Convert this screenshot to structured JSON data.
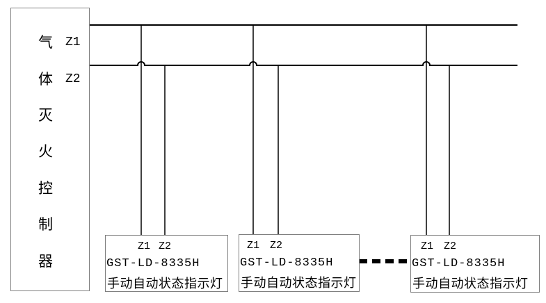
{
  "diagram": {
    "kind": "gas-extinguishing-controller-indicator-wiring",
    "colors": {
      "background": "#ffffff",
      "wire": "#000000",
      "box_border": "#7f7f7f",
      "text": "#000000"
    }
  },
  "controller": {
    "name": "气体灭火控制器",
    "chars": [
      "气",
      "体",
      "灭",
      "火",
      "控",
      "制",
      "器"
    ],
    "terminals": [
      {
        "label": "Z1"
      },
      {
        "label": "Z2"
      }
    ]
  },
  "devices": [
    {
      "terminals": [
        "Z1",
        "Z2"
      ],
      "model": "GST-LD-8335H",
      "name": "手动自动状态指示灯"
    },
    {
      "terminals": [
        "Z1",
        "Z2"
      ],
      "model": "GST-LD-8335H",
      "name": "手动自动状态指示灯"
    },
    {
      "terminals": [
        "Z1",
        "Z2"
      ],
      "model": "GST-LD-8335H",
      "name": "手动自动状态指示灯"
    }
  ]
}
